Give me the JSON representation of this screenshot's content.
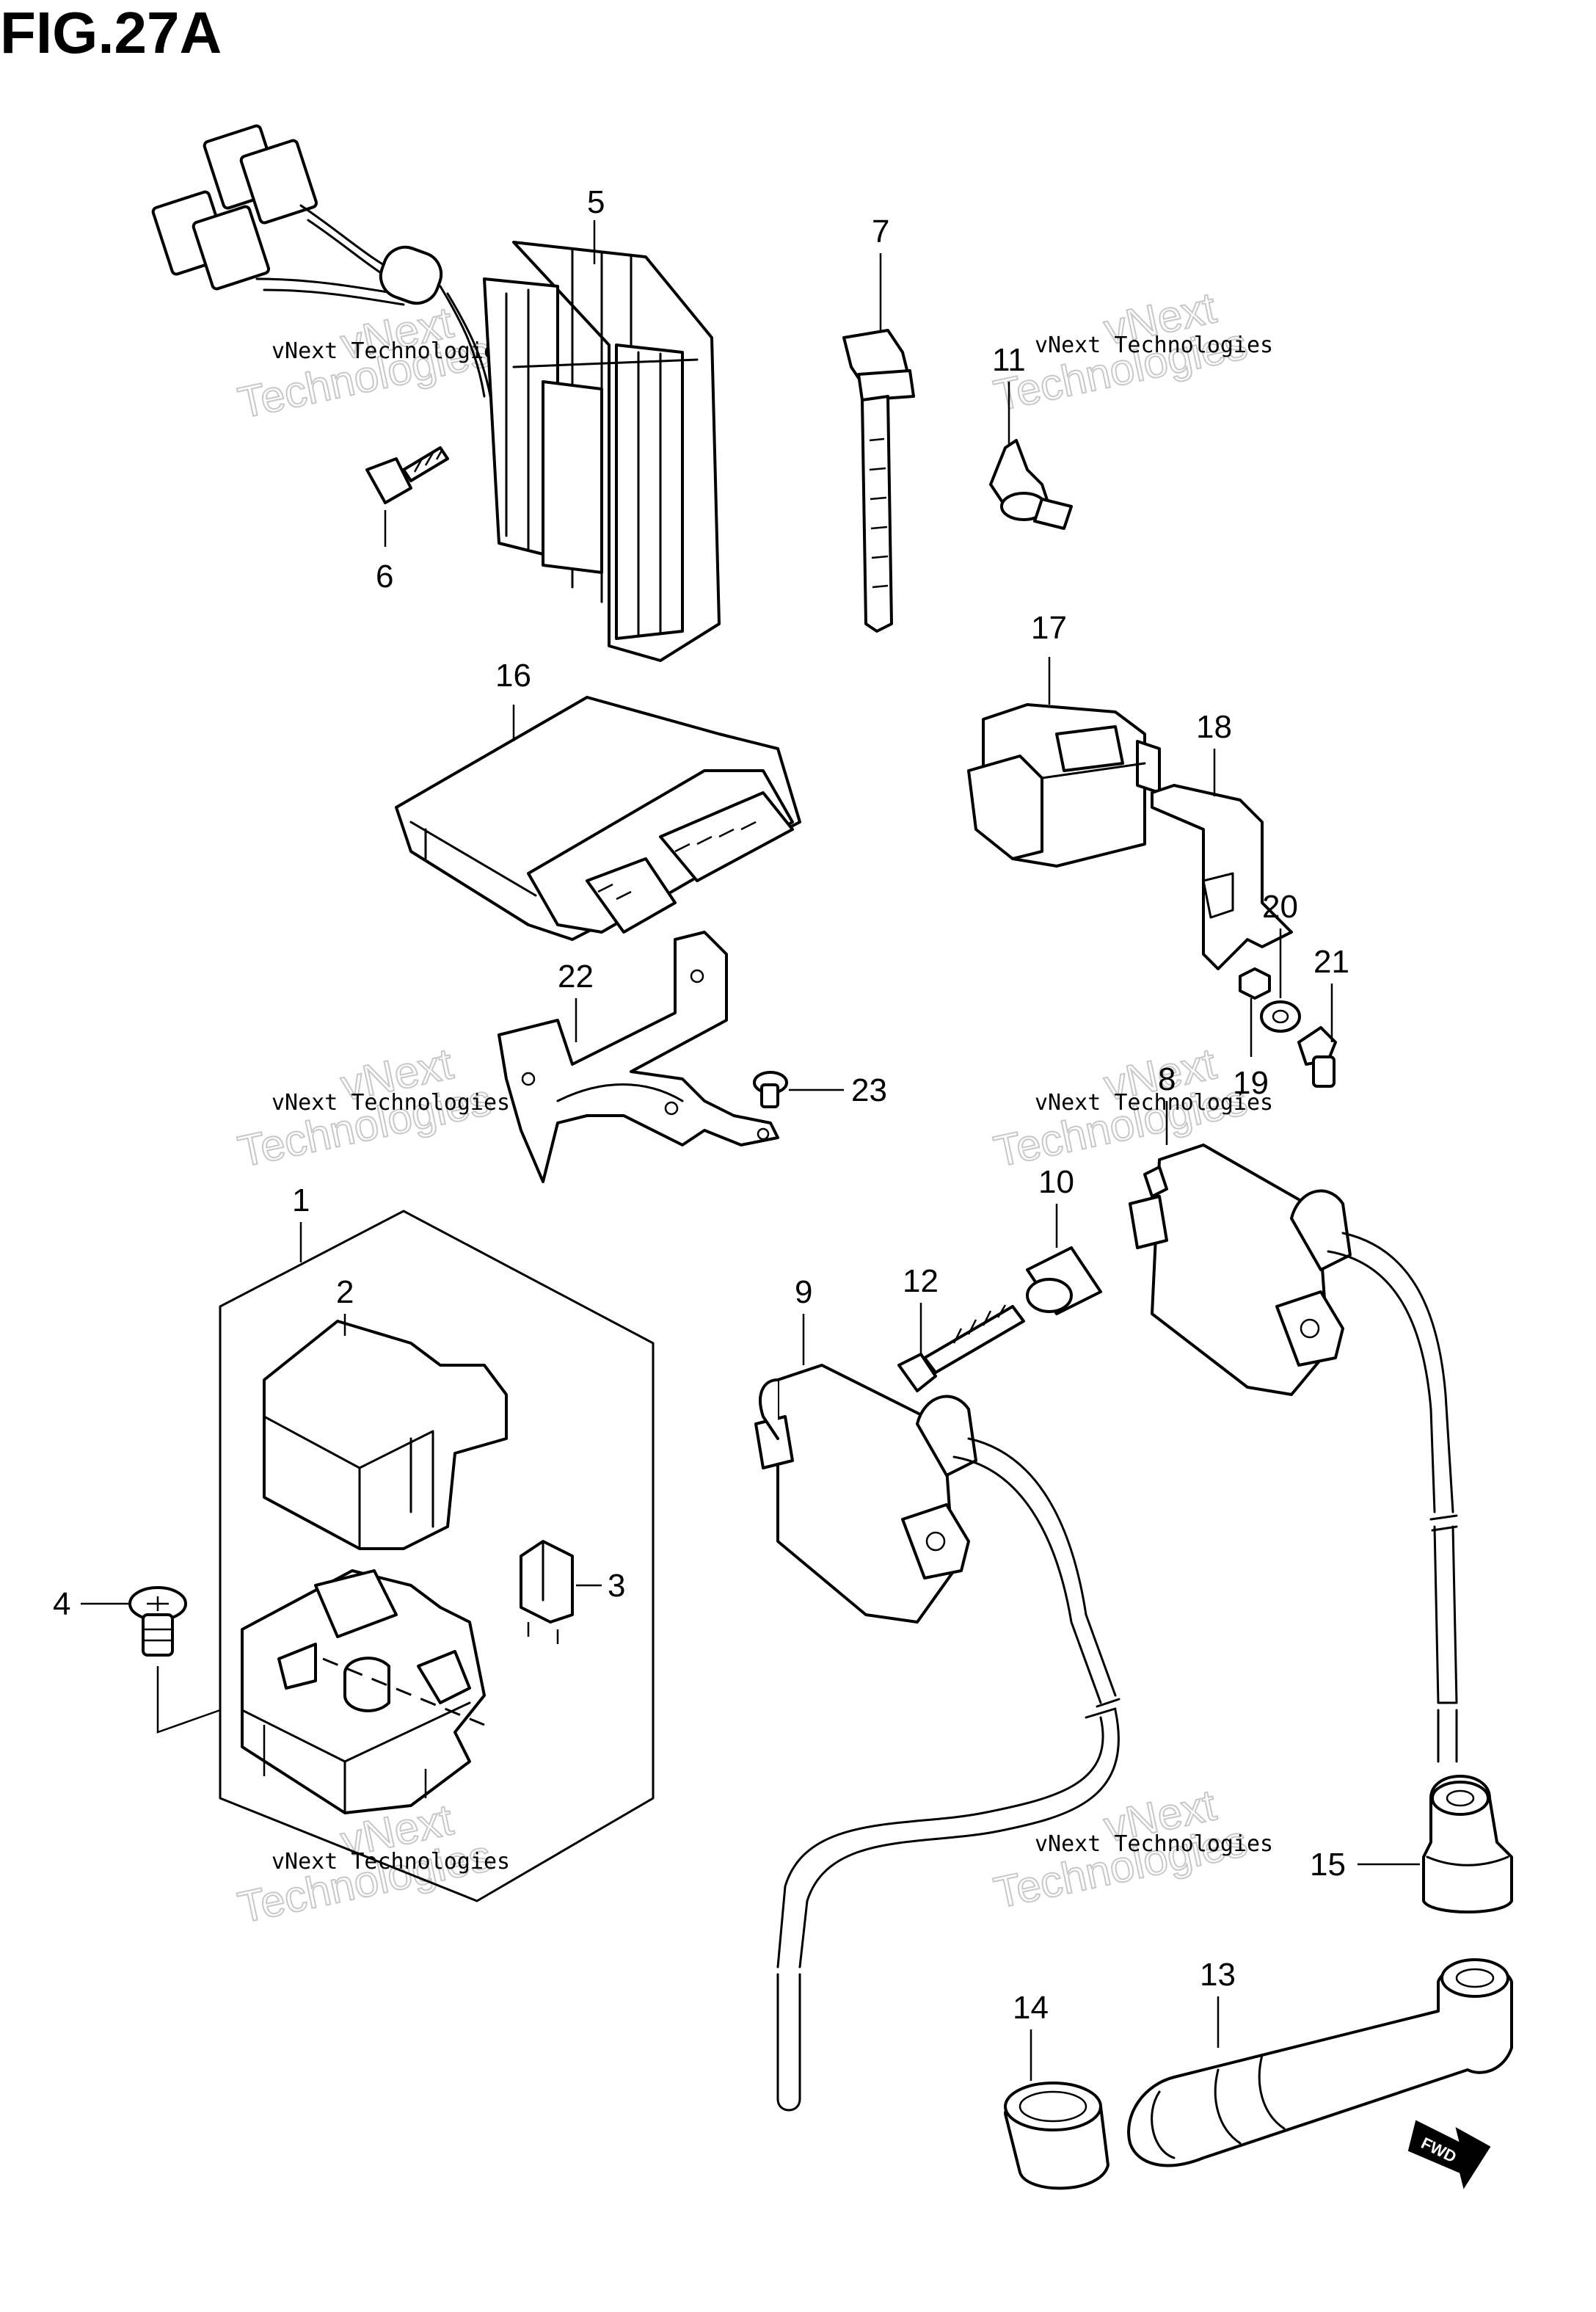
{
  "figure": {
    "title": "FIG.27A"
  },
  "watermarks": [
    {
      "id": "wm-1",
      "line1": "vNext",
      "line2": "Technologies",
      "small": "vNext Technologies"
    },
    {
      "id": "wm-2",
      "line1": "vNext",
      "line2": "Technologies",
      "small": "vNext Technologies"
    },
    {
      "id": "wm-3",
      "line1": "vNext",
      "line2": "Technologies",
      "small": "vNext Technologies"
    },
    {
      "id": "wm-4",
      "line1": "vNext",
      "line2": "Technologies",
      "small": "vNext Technologies"
    },
    {
      "id": "wm-5",
      "line1": "vNext",
      "line2": "Technologies",
      "small": "vNext Technologies"
    },
    {
      "id": "wm-6",
      "line1": "vNext",
      "line2": "Technologies",
      "small": "vNext Technologies"
    }
  ],
  "callouts": {
    "p1": "1",
    "p2": "2",
    "p3": "3",
    "p4": "4",
    "p5": "5",
    "p6": "6",
    "p7": "7",
    "p8": "8",
    "p9": "9",
    "p10": "10",
    "p11": "11",
    "p12": "12",
    "p13": "13",
    "p14": "14",
    "p15": "15",
    "p16": "16",
    "p17": "17",
    "p18": "18",
    "p19": "19",
    "p20": "20",
    "p21": "21",
    "p22": "22",
    "p23": "23"
  },
  "direction_marker": {
    "label": "FWD"
  }
}
